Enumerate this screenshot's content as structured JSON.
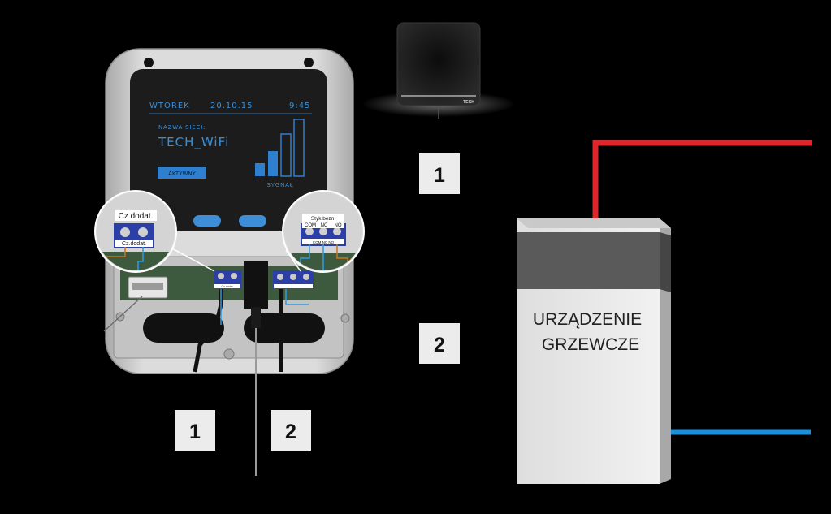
{
  "device": {
    "screen": {
      "day": "WTOREK",
      "date": "20.10.15",
      "time": "9:45",
      "network_label": "NAZWA SIECI:",
      "network_name": "TECH_WiFi",
      "status_button": "AKTYWNY",
      "signal_label": "SYGNAŁ"
    },
    "zoom_left": {
      "label_top": "Cz.dodat.",
      "label_bottom": "Cz.dodat."
    },
    "zoom_right": {
      "label_top": "Styk bezn.",
      "terminals": [
        "COM",
        "NC",
        "NO"
      ],
      "label_bottom": "COM NC NO"
    },
    "board_labels": {
      "small_left": "Cz.dodat."
    }
  },
  "sensor": {
    "brand": "TECH"
  },
  "heater": {
    "label_line1": "URZĄDZENIE",
    "label_line2": "GRZEWCZE"
  },
  "number_boxes": [
    "1",
    "2",
    "1",
    "2"
  ],
  "colors": {
    "background": "#000000",
    "lcd_text": "#3a8fd8",
    "accent_blue": "#2f7fd0",
    "pipe_red": "#e0262b",
    "pipe_blue": "#1e8fd6",
    "casing": "#d4d4d4",
    "terminal": "#2b3fa6"
  }
}
